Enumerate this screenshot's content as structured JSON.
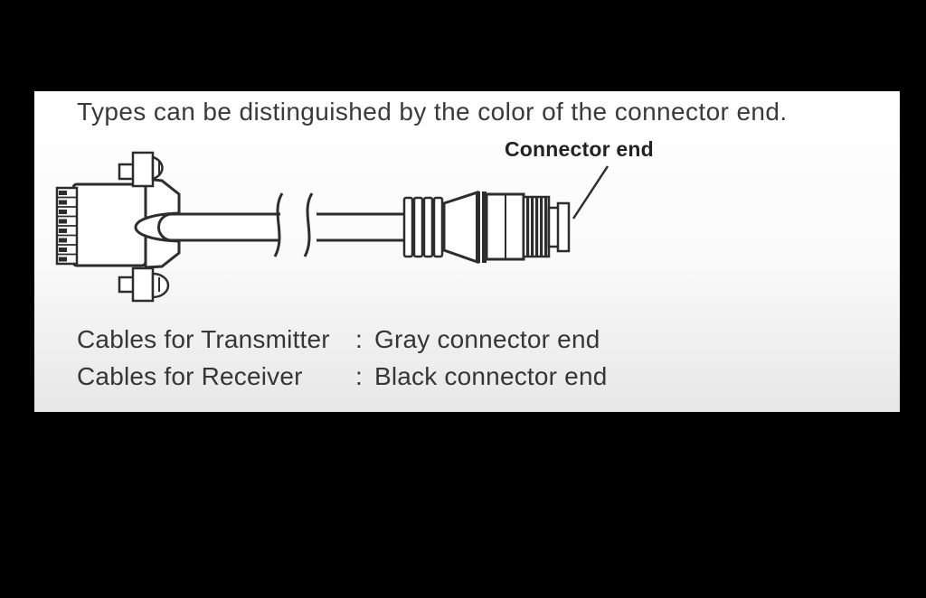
{
  "title": "Types can be distinguished by the color of the connector end.",
  "diagram": {
    "callout_label": "Connector end"
  },
  "legend": {
    "rows": [
      {
        "label": "Cables for Transmitter",
        "colon": ":",
        "value": "Gray connector end"
      },
      {
        "label": "Cables for Receiver",
        "colon": ":",
        "value": "Black connector end"
      }
    ]
  },
  "colors": {
    "background": "#000000",
    "panel_top": "#ffffff",
    "panel_bottom": "#e7e7e7",
    "line_art": "#2d2d2d",
    "text": "#3a3a3a"
  }
}
